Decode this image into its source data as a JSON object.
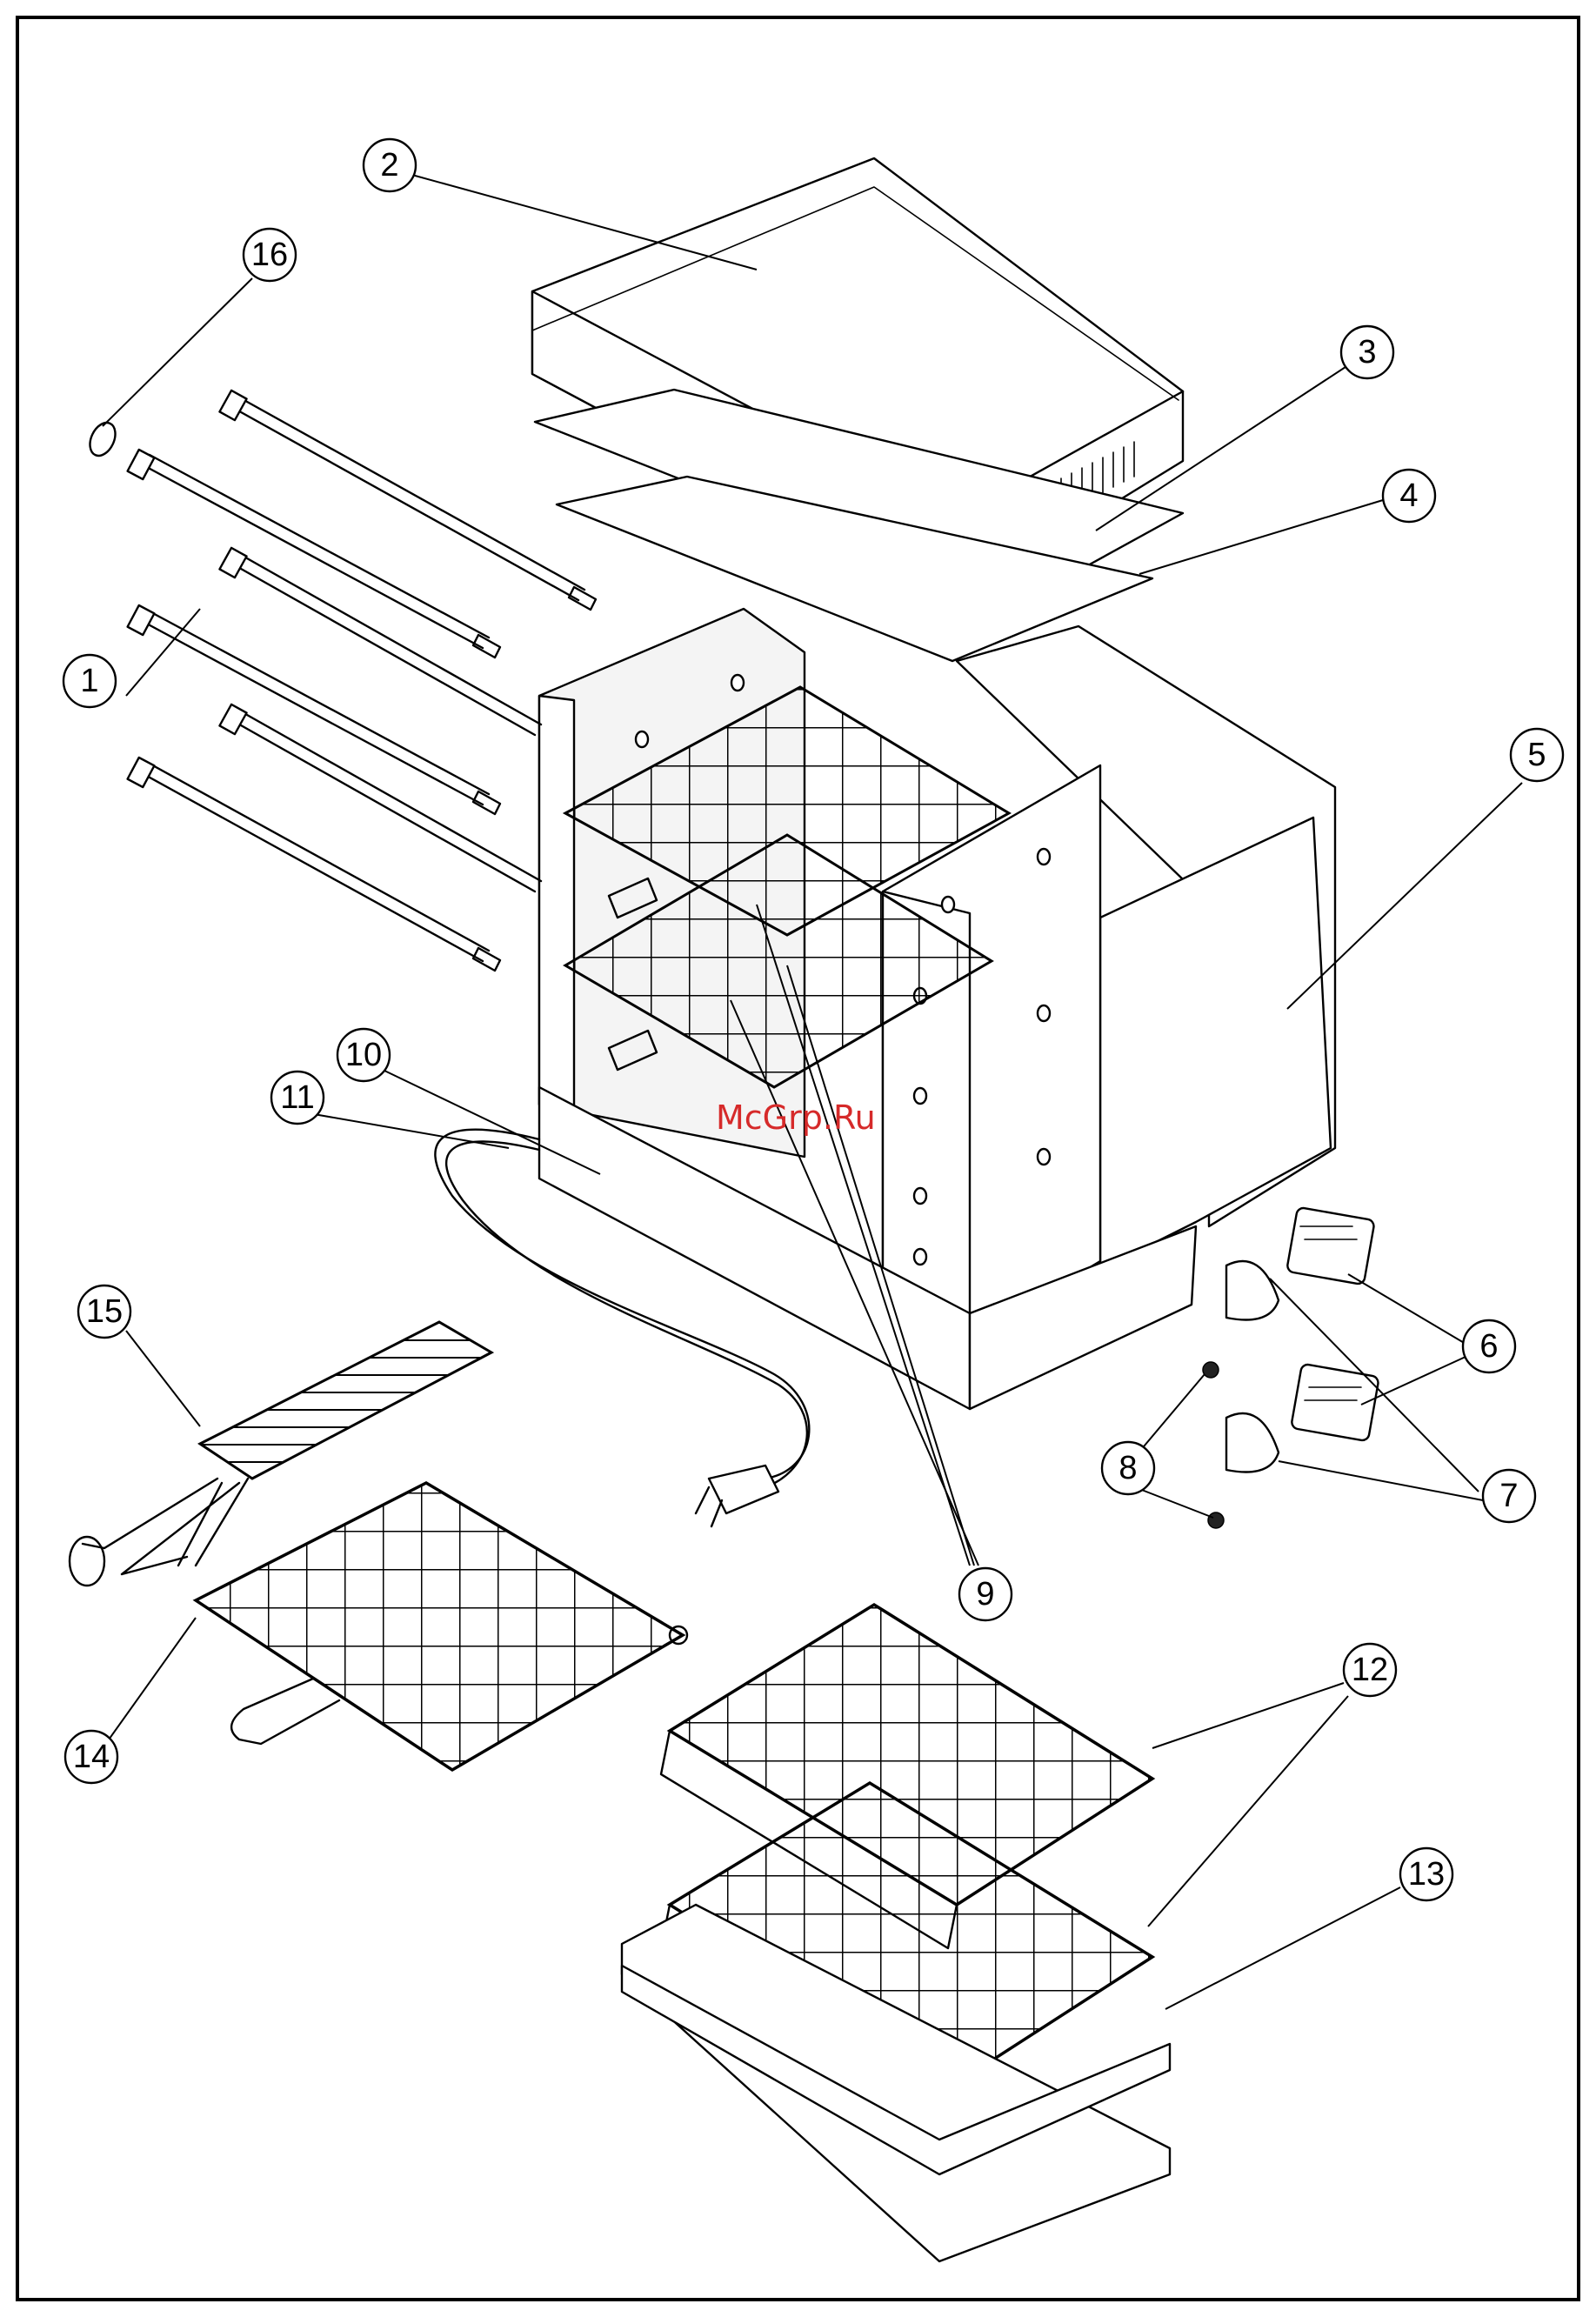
{
  "watermark": "McGrp.Ru",
  "callouts": [
    {
      "id": "1",
      "label": "1"
    },
    {
      "id": "2",
      "label": "2"
    },
    {
      "id": "3",
      "label": "3"
    },
    {
      "id": "4",
      "label": "4"
    },
    {
      "id": "5",
      "label": "5"
    },
    {
      "id": "6",
      "label": "6"
    },
    {
      "id": "7",
      "label": "7"
    },
    {
      "id": "8",
      "label": "8"
    },
    {
      "id": "9",
      "label": "9"
    },
    {
      "id": "10",
      "label": "10"
    },
    {
      "id": "11",
      "label": "11"
    },
    {
      "id": "12",
      "label": "12"
    },
    {
      "id": "13",
      "label": "13"
    },
    {
      "id": "14",
      "label": "14"
    },
    {
      "id": "15",
      "label": "15"
    },
    {
      "id": "16",
      "label": "16"
    }
  ]
}
